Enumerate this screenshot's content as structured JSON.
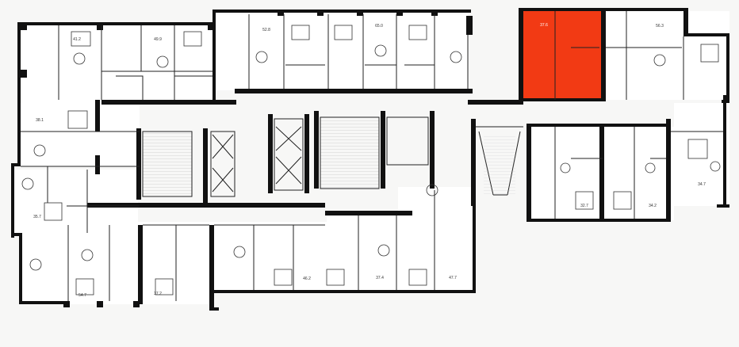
{
  "plan": {
    "colors": {
      "selected": "#f23a14",
      "wall": "#111111",
      "background": "#f7f7f6",
      "unit": "#ffffff"
    },
    "selected_unit": "u-r1",
    "units": [
      {
        "id": "u-tl1",
        "area": "41.2"
      },
      {
        "id": "u-tl2",
        "area": "49.9"
      },
      {
        "id": "u-t1",
        "area": "52.8"
      },
      {
        "id": "u-t2",
        "area": "65.0"
      },
      {
        "id": "u-r1",
        "area": "37.6"
      },
      {
        "id": "u-r2",
        "area": "56.3"
      },
      {
        "id": "u-l1",
        "area": "38.1"
      },
      {
        "id": "u-l2",
        "area": "35.7"
      },
      {
        "id": "u-r3",
        "area": "32.7"
      },
      {
        "id": "u-r4",
        "area": "34.2"
      },
      {
        "id": "u-r5",
        "area": "34.7"
      },
      {
        "id": "u-b1",
        "area": "54.7"
      },
      {
        "id": "u-b2",
        "area": "37.2"
      },
      {
        "id": "u-b3",
        "area": "46.2"
      },
      {
        "id": "u-b4",
        "area": "37.4"
      },
      {
        "id": "u-b5",
        "area": "47.7"
      }
    ]
  }
}
